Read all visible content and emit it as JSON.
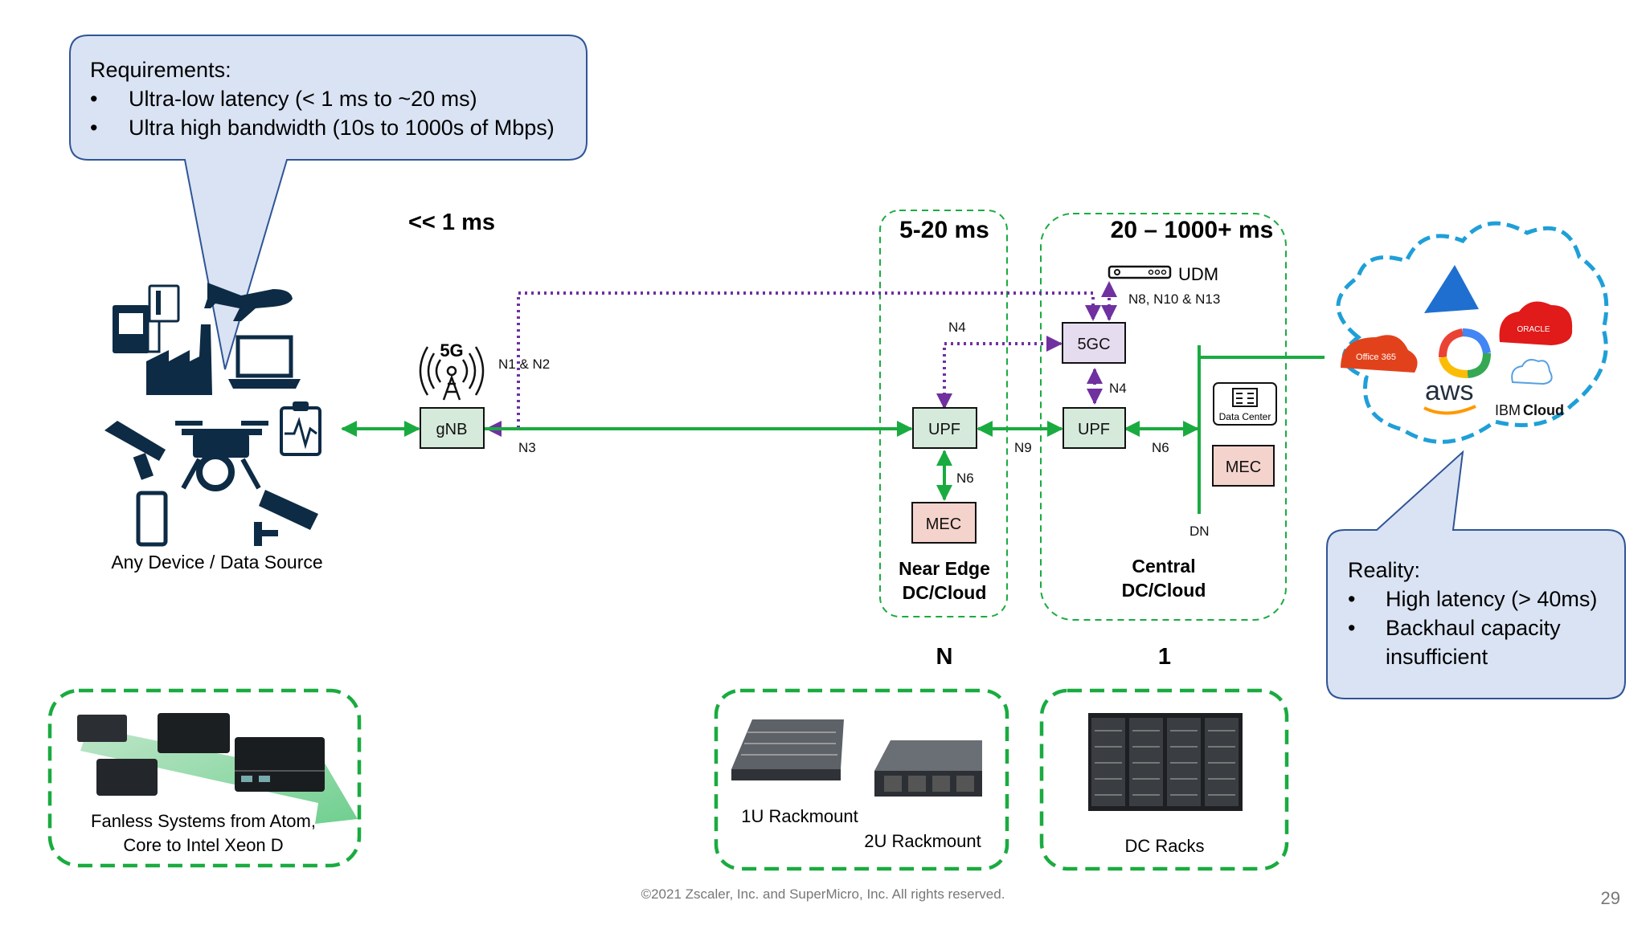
{
  "requirements": {
    "title": "Requirements:",
    "items": [
      "Ultra-low latency (< 1 ms to ~20 ms)",
      "Ultra high bandwidth (10s to 1000s of Mbps)"
    ]
  },
  "reality": {
    "title": "Reality:",
    "items": [
      "High latency (> 40ms)",
      "Backhaul capacity",
      "insufficient"
    ]
  },
  "latency": {
    "device": "<< 1 ms",
    "near_edge": "5-20 ms",
    "central": "20 – 1000+ ms"
  },
  "devices_caption": "Any Device / Data Source",
  "nodes": {
    "gnb": "gNB",
    "fiveg": "5G",
    "upf_edge": "UPF",
    "upf_central": "UPF",
    "mec_edge": "MEC",
    "mec_central": "MEC",
    "fivegc": "5GC",
    "udm": "UDM",
    "data_center": "Data Center"
  },
  "interfaces": {
    "n1n2": "N1 & N2",
    "n3": "N3",
    "n4_upper": "N4",
    "n4_lower": "N4",
    "n6_edge": "N6",
    "n6_central": "N6",
    "n9": "N9",
    "n8n10n13": "N8, N10 & N13",
    "dn": "DN"
  },
  "sites": {
    "near_edge": [
      "Near Edge",
      "DC/Cloud"
    ],
    "central": [
      "Central",
      "DC/Cloud"
    ],
    "near_edge_count": "N",
    "central_count": "1"
  },
  "hardware": {
    "fanless": [
      "Fanless Systems from Atom,",
      "Core to Intel Xeon D"
    ],
    "rack1u": "1U Rackmount",
    "rack2u": "2U Rackmount",
    "dc_racks": "DC Racks"
  },
  "cloud": {
    "office365": "Office 365",
    "oracle": "ORACLE",
    "aws": "aws",
    "ibm": "IBM",
    "ibm_cloud": "Cloud"
  },
  "footer": {
    "copyright": "©2021 Zscaler, Inc. and SuperMicro, Inc. All rights reserved.",
    "page": "29"
  },
  "colors": {
    "green": "#1aab40",
    "purple": "#7030a0",
    "callout_fill": "#dae3f3",
    "callout_stroke": "#2f5597",
    "cloud_stroke": "#1f9fd8"
  }
}
